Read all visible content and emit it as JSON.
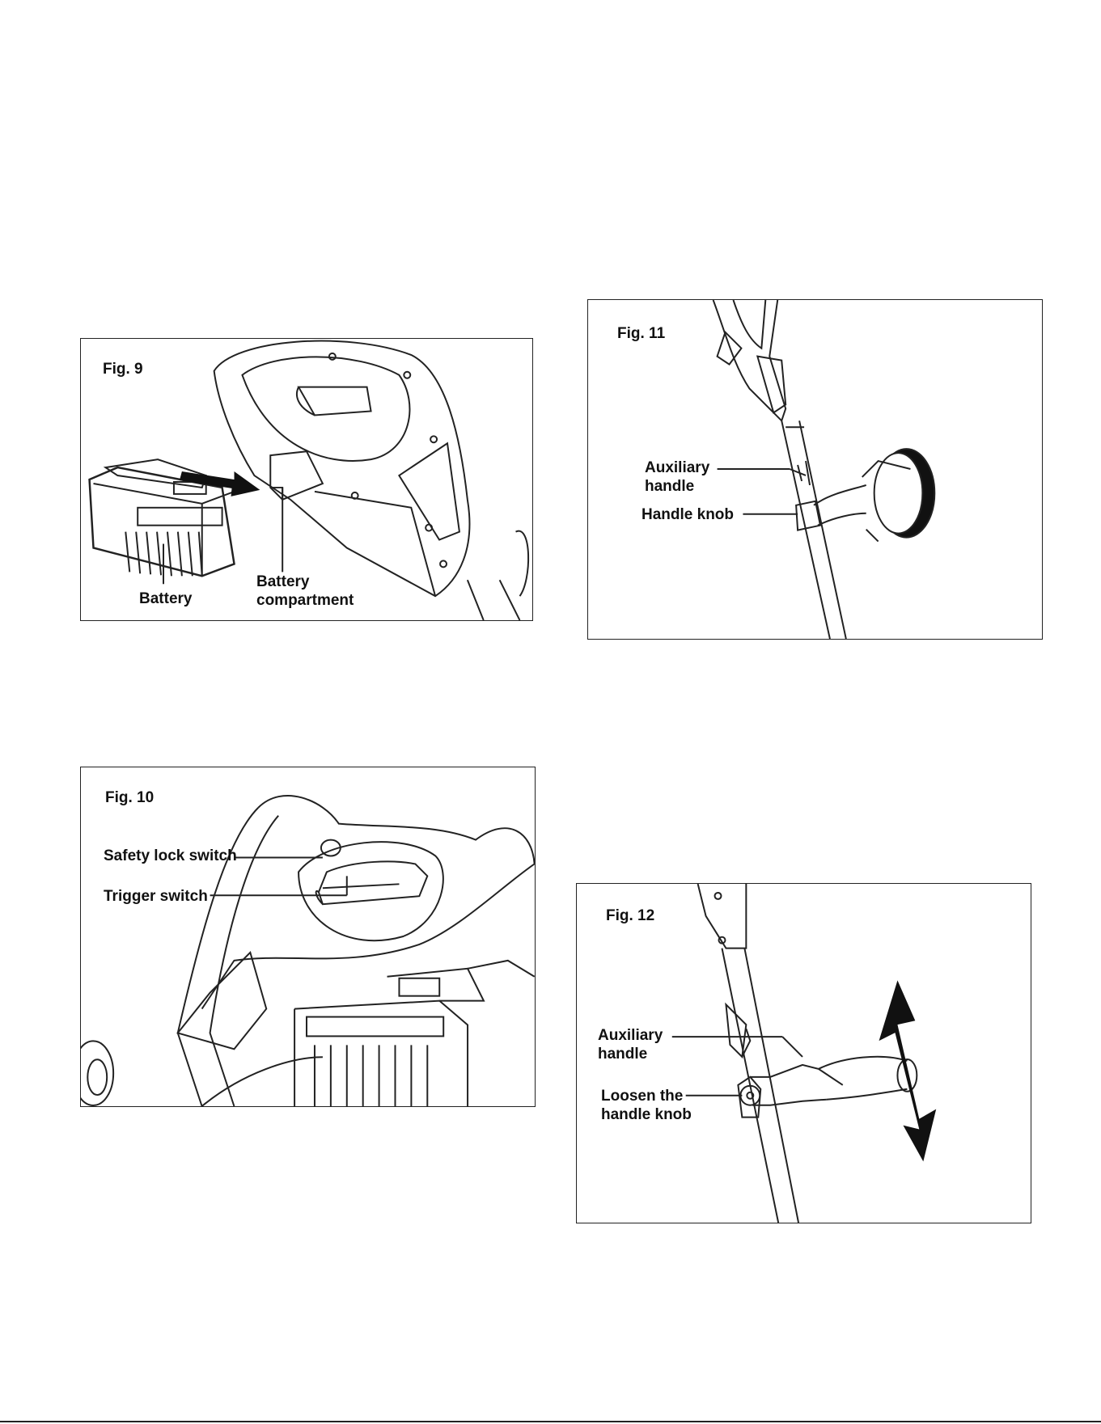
{
  "figures": {
    "fig9": {
      "title": "Fig. 9",
      "labels": {
        "battery": "Battery",
        "compartment_line1": "Battery",
        "compartment_line2": "compartment"
      }
    },
    "fig10": {
      "title": "Fig. 10",
      "labels": {
        "safety_lock": "Safety lock switch",
        "trigger": "Trigger switch"
      }
    },
    "fig11": {
      "title": "Fig. 11",
      "labels": {
        "aux_line1": "Auxiliary",
        "aux_line2": "handle",
        "knob": "Handle knob"
      }
    },
    "fig12": {
      "title": "Fig. 12",
      "labels": {
        "aux_line1": "Auxiliary",
        "aux_line2": "handle",
        "loosen_line1": "Loosen the",
        "loosen_line2": "handle knob"
      }
    }
  },
  "colors": {
    "line": "#222222",
    "fill_dark": "#111111",
    "background": "#ffffff"
  },
  "icons": [
    "battery-icon",
    "double-arrow-icon",
    "handle-illustration",
    "trimmer-shaft-illustration"
  ]
}
